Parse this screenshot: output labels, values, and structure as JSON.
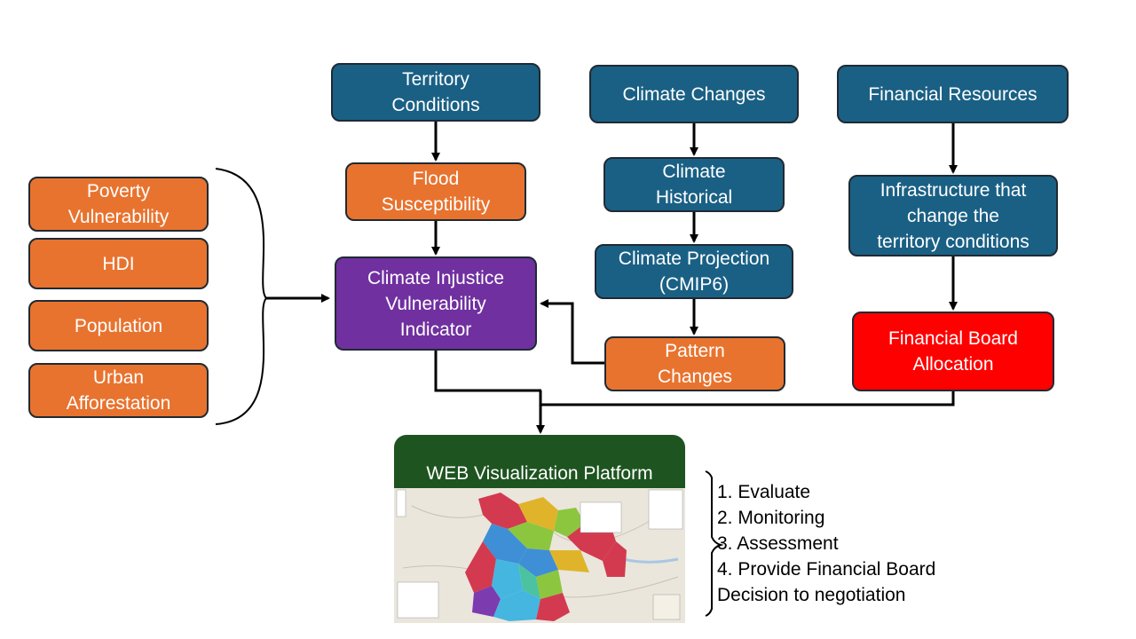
{
  "boxes": {
    "territory_conditions": "Territory\nConditions",
    "climate_changes": "Climate Changes",
    "financial_resources": "Financial Resources",
    "flood_susceptibility": "Flood\nSusceptibility",
    "climate_historical": "Climate\nHistorical",
    "infrastructure": "Infrastructure that\nchange the\nterritory conditions",
    "poverty_vulnerability": "Poverty\nVulnerability",
    "hdi": "HDI",
    "population": "Population",
    "urban_afforestation": "Urban\nAfforestation",
    "climate_injustice_indicator": "Climate Injustice\nVulnerability\nIndicator",
    "climate_projection": "Climate Projection\n(CMIP6)",
    "pattern_changes": "Pattern\nChanges",
    "financial_board_allocation": "Financial Board\nAllocation"
  },
  "platform": {
    "title": "WEB Visualization Platform"
  },
  "colors": {
    "dark_blue": "#1a6085",
    "orange": "#e8732f",
    "purple": "#7030a0",
    "red": "#ff0000",
    "platform_green": "#1e5420"
  },
  "steps": [
    "1. Evaluate",
    "2. Monitoring",
    "3. Assessment",
    "4. Provide Financial Board",
    "Decision to negotiation"
  ]
}
